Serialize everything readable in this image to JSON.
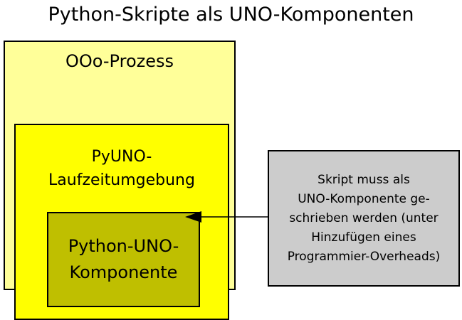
{
  "title": "Python-Skripte als UNO-Komponenten",
  "colors": {
    "background": "#ffffff",
    "outer_box": "#ffff99",
    "middle_box": "#ffff00",
    "inner_box": "#bfbf00",
    "note_box": "#cccccc",
    "stroke": "#000000",
    "text": "#000000"
  },
  "boxes": {
    "ooo_process": {
      "label": "OOo-Prozess"
    },
    "pyuno_runtime": {
      "lines": [
        "PyUNO-",
        "Laufzeitumgebung"
      ]
    },
    "python_uno_component": {
      "lines": [
        "Python-UNO-",
        "Komponente"
      ]
    },
    "note": {
      "lines": [
        "Skript muss als",
        "UNO-Komponente ge-",
        "schrieben werden (unter",
        "Hinzufügen eines",
        "Programmier-Overheads)"
      ]
    }
  },
  "connector": {
    "name": "arrow-note-to-component",
    "direction": "right-to-left",
    "from": "note",
    "to": "python_uno_component"
  }
}
